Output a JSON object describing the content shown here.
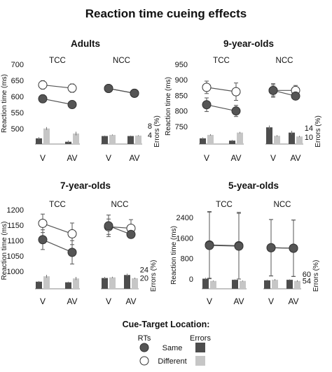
{
  "figure_title": "Reaction time cueing effects",
  "colors": {
    "same_rt": "#555555",
    "different_rt": "#ffffff",
    "same_err": "#4d4d4d",
    "diff_err": "#c6c6c6",
    "axis": "#888888",
    "text": "#111111"
  },
  "legend": {
    "title": "Cue-Target Location:",
    "col_rts": "RTs",
    "col_errors": "Errors",
    "same_label": "Same",
    "different_label": "Different"
  },
  "chart_data": [
    {
      "type": "line",
      "title": "Adults",
      "ylabel": "Reaction time (ms)",
      "yticks": [
        500,
        550,
        600,
        650,
        700
      ],
      "ylim": [
        500,
        700
      ],
      "error_label": "Errors (%)",
      "error_ticks": [
        4,
        8
      ],
      "error_lim": [
        0,
        11
      ],
      "panel_labels": [
        "TCC",
        "NCC"
      ],
      "categories": [
        "V",
        "AV"
      ],
      "rt": {
        "TCC": {
          "same": [
            593,
            575
          ],
          "different": [
            636,
            626
          ],
          "same_err": [
            12,
            12
          ],
          "different_err": [
            13,
            13
          ]
        },
        "NCC": {
          "same": [
            625,
            610
          ],
          "different": [
            625,
            610
          ],
          "same_err": [
            12,
            12
          ],
          "different_err": [
            12,
            12
          ]
        }
      },
      "errors": {
        "TCC": {
          "same": [
            2.5,
            1.0
          ],
          "different": [
            6.8,
            4.6
          ],
          "same_err": [
            0.5,
            0.5
          ],
          "different_err": [
            0.6,
            0.8
          ]
        },
        "NCC": {
          "same": [
            3.5,
            3.5
          ],
          "different": [
            4.0,
            3.7
          ],
          "same_err": [
            0.2,
            0.2
          ],
          "different_err": [
            0.2,
            0.2
          ]
        }
      }
    },
    {
      "type": "line",
      "title": "9-year-olds",
      "ylabel": "Reaction time (ms)",
      "yticks": [
        750,
        800,
        850,
        900,
        950
      ],
      "ylim": [
        725,
        950
      ],
      "error_label": "Errors (%)",
      "error_ticks": [
        10,
        14
      ],
      "error_lim": [
        7,
        18
      ],
      "panel_labels": [
        "TCC",
        "NCC"
      ],
      "categories": [
        "V",
        "AV"
      ],
      "rt": {
        "TCC": {
          "same": [
            820,
            800
          ],
          "different": [
            876,
            862
          ],
          "same_err": [
            22,
            18
          ],
          "different_err": [
            20,
            28
          ]
        },
        "NCC": {
          "same": [
            866,
            848
          ],
          "different": [
            866,
            866
          ],
          "same_err": [
            18,
            12
          ],
          "different_err": [
            22,
            16
          ]
        }
      },
      "errors": {
        "TCC": {
          "same": [
            9.5,
            8.5
          ],
          "different": [
            11.0,
            12.0
          ],
          "same_err": [
            0.4,
            0.3
          ],
          "different_err": [
            0.3,
            0.3
          ]
        },
        "NCC": {
          "same": [
            14.3,
            12.0
          ],
          "different": [
            10.6,
            10.3
          ],
          "same_err": [
            0.8,
            0.8
          ],
          "different_err": [
            0.3,
            0.3
          ]
        }
      }
    },
    {
      "type": "line",
      "title": "7-year-olds",
      "ylabel": "Reaction time (ms)",
      "yticks": [
        1000,
        1050,
        1100,
        1150,
        1200
      ],
      "ylim": [
        980,
        1200
      ],
      "error_label": "Errors (%)",
      "error_ticks": [
        20,
        24
      ],
      "error_lim": [
        15,
        27
      ],
      "panel_labels": [
        "TCC",
        "NCC"
      ],
      "categories": [
        "V",
        "AV"
      ],
      "rt": {
        "TCC": {
          "same": [
            1103,
            1062
          ],
          "different": [
            1156,
            1122
          ],
          "same_err": [
            32,
            38
          ],
          "different_err": [
            30,
            35
          ]
        },
        "NCC": {
          "same": [
            1148,
            1120
          ],
          "different": [
            1145,
            1140
          ],
          "same_err": [
            35,
            12
          ],
          "different_err": [
            25,
            28
          ]
        }
      },
      "errors": {
        "TCC": {
          "same": [
            18.3,
            18.0
          ],
          "different": [
            20.8,
            19.8
          ],
          "same_err": [
            0.3,
            0.3
          ],
          "different_err": [
            0.7,
            0.7
          ]
        },
        "NCC": {
          "same": [
            20.0,
            21.4
          ],
          "different": [
            20.3,
            19.9
          ],
          "same_err": [
            0.5,
            0.6
          ],
          "different_err": [
            0.3,
            0.3
          ]
        }
      }
    },
    {
      "type": "line",
      "title": "5-year-olds",
      "ylabel": "Reaction time (ms)",
      "yticks": [
        0,
        800,
        1600,
        2400
      ],
      "ylim": [
        -300,
        2700
      ],
      "error_label": "Errors (%)",
      "error_ticks": [
        54,
        60
      ],
      "error_lim": [
        47,
        70
      ],
      "panel_labels": [
        "TCC",
        "NCC"
      ],
      "categories": [
        "V",
        "AV"
      ],
      "rt": {
        "TCC": {
          "same": [
            1310,
            1280
          ],
          "different": [
            1330,
            1300
          ],
          "same_err": [
            1300,
            1280
          ],
          "different_err": [
            1300,
            1300
          ]
        },
        "NCC": {
          "same": [
            1220,
            1200
          ],
          "different": [
            1220,
            1200
          ],
          "same_err": [
            1100,
            1100
          ],
          "different_err": [
            1100,
            1100
          ]
        }
      },
      "errors": {
        "TCC": {
          "same": [
            56.0,
            55.0
          ],
          "different": [
            54.0,
            54.0
          ],
          "same_err": [
            0.8,
            0.4
          ],
          "different_err": [
            0.4,
            0.4
          ]
        },
        "NCC": {
          "same": [
            54.5,
            55.0
          ],
          "different": [
            55.0,
            54.0
          ],
          "same_err": [
            0.4,
            0.4
          ],
          "different_err": [
            0.6,
            0.6
          ]
        }
      }
    }
  ]
}
